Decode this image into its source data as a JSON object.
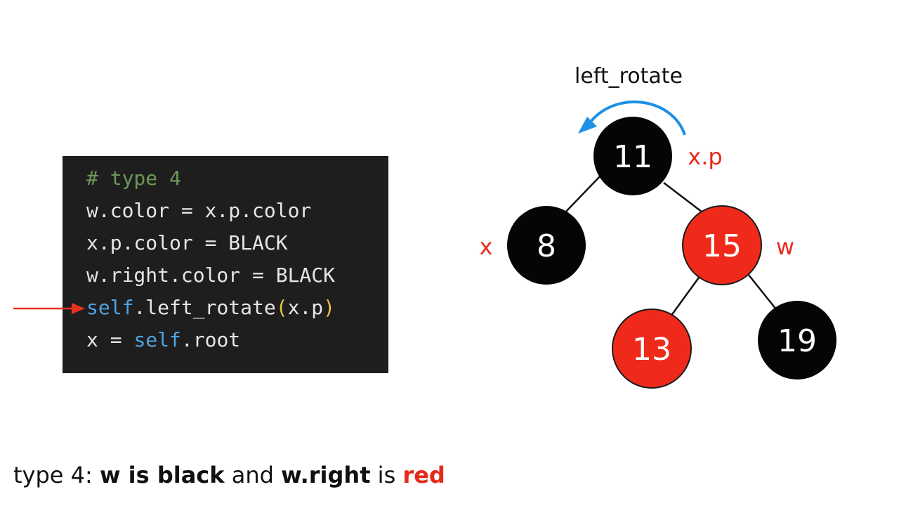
{
  "code": {
    "comment": "# type 4",
    "line2": "w.color = x.p.color",
    "line3": "x.p.color = BLACK",
    "line4": "w.right.color = BLACK",
    "line5": {
      "self": "self",
      "method": ".left_rotate",
      "paren_open": "(",
      "arg": "x.p",
      "paren_close": ")"
    },
    "line6": {
      "prefix": "x = ",
      "self": "self",
      "suffix": ".root"
    }
  },
  "diagram": {
    "rotation_label": "left_rotate",
    "nodes": [
      {
        "id": "n11",
        "key": "11",
        "color": "black"
      },
      {
        "id": "n8",
        "key": "8",
        "color": "black"
      },
      {
        "id": "n15",
        "key": "15",
        "color": "red"
      },
      {
        "id": "n13",
        "key": "13",
        "color": "red"
      },
      {
        "id": "n19",
        "key": "19",
        "color": "black"
      }
    ],
    "edges": [
      {
        "from": "11",
        "to": "8"
      },
      {
        "from": "11",
        "to": "15"
      },
      {
        "from": "15",
        "to": "13"
      },
      {
        "from": "15",
        "to": "19"
      }
    ],
    "labels": {
      "xp": "x.p",
      "x": "x",
      "w": "w"
    }
  },
  "caption": {
    "p1": "type 4: ",
    "p2": "w is ",
    "p3": "black",
    "p4": " and ",
    "p5": "w.right",
    "p6": " is ",
    "p7": "red"
  },
  "colors": {
    "red_node": "#f02a1a",
    "black_node": "#050505",
    "label_red": "#e52a1a",
    "rotate_arrow": "#1e90e6",
    "pointer_arrow": "#e8321e",
    "code_bg": "#1e1e1e"
  }
}
